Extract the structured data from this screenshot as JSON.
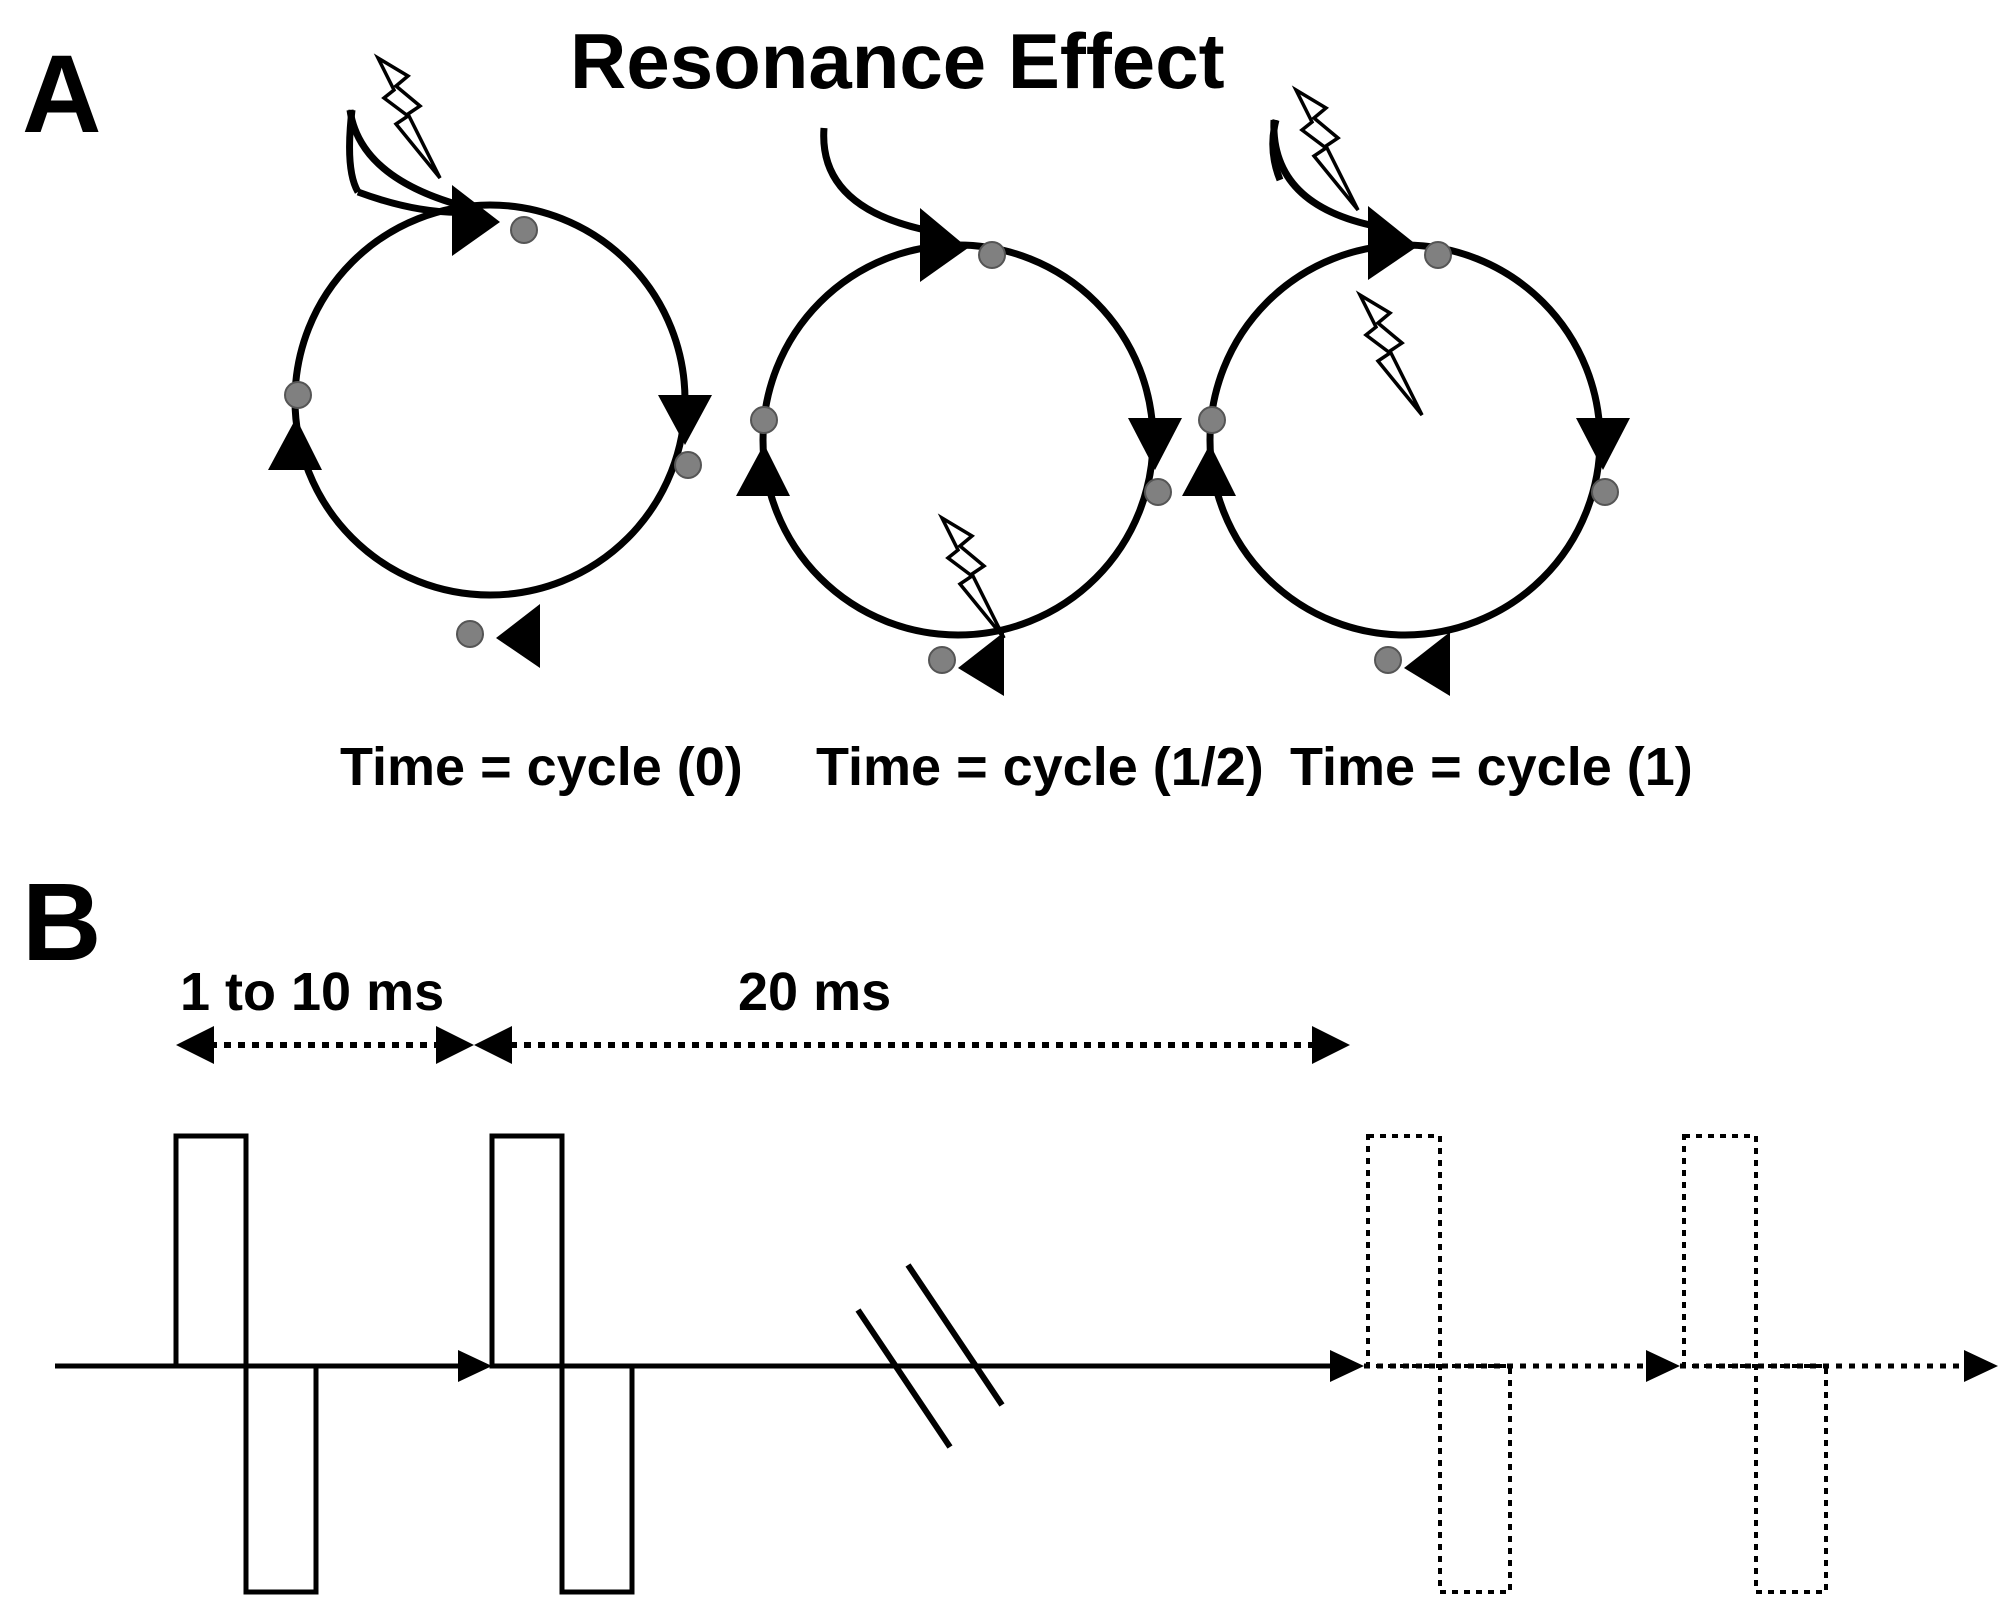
{
  "panel_a": {
    "letter": "A",
    "title": "Resonance Effect",
    "captions": [
      "Time = cycle (0)",
      "Time = cycle (1/2)",
      "Time = cycle (1)"
    ]
  },
  "panel_b": {
    "letter": "B",
    "interval_short": "1 to 10 ms",
    "interval_long": "20 ms"
  },
  "colors": {
    "ink": "#000000",
    "node": "#808080",
    "background": "#ffffff"
  }
}
